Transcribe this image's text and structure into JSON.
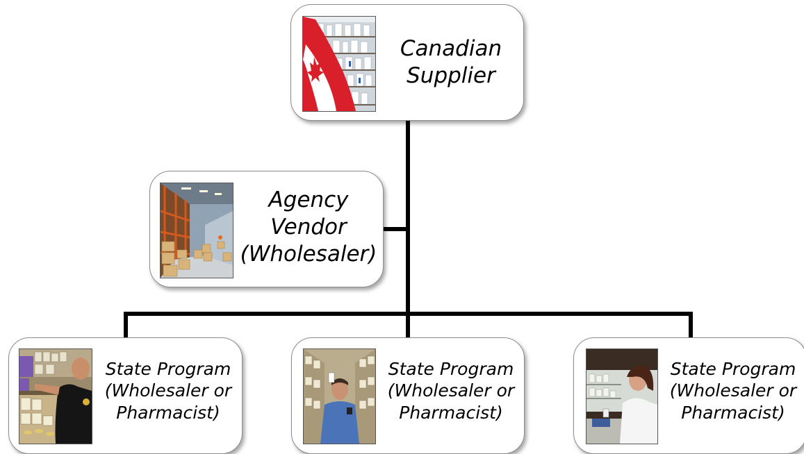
{
  "nodes": {
    "supplier": {
      "lines": [
        "Canadian",
        "Supplier"
      ]
    },
    "vendor": {
      "lines": [
        "Agency",
        "Vendor",
        "(Wholesaler)"
      ]
    },
    "state_left": {
      "lines": [
        "State Program",
        "(Wholesaler or",
        "Pharmacist)"
      ]
    },
    "state_center": {
      "lines": [
        "State Program",
        "(Wholesaler or",
        "Pharmacist)"
      ]
    },
    "state_right": {
      "lines": [
        "State Program",
        "(Wholesaler or",
        "Pharmacist)"
      ]
    }
  },
  "colors": {
    "connector": "#000000",
    "node_border": "#8c8c8c",
    "flag_red": "#d9202a"
  }
}
